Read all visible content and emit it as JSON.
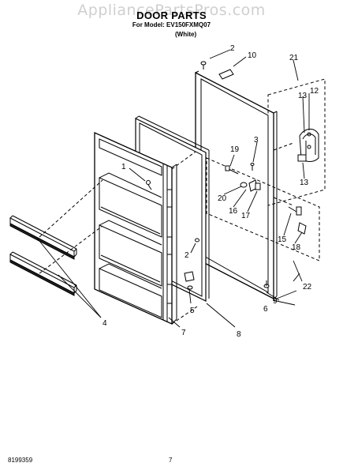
{
  "watermark": "AppliancePartsPros.com",
  "header": {
    "title": "DOOR PARTS",
    "model_line": "For Model: EV150FXMQ07",
    "color": "(White)"
  },
  "callouts": [
    "1",
    "2",
    "2",
    "3",
    "4",
    "5",
    "6",
    "7",
    "8",
    "9",
    "10",
    "12",
    "13",
    "13",
    "15",
    "16",
    "17",
    "18",
    "19",
    "20",
    "21",
    "22"
  ],
  "footer": {
    "part_number": "8199359",
    "page_number": "7"
  }
}
